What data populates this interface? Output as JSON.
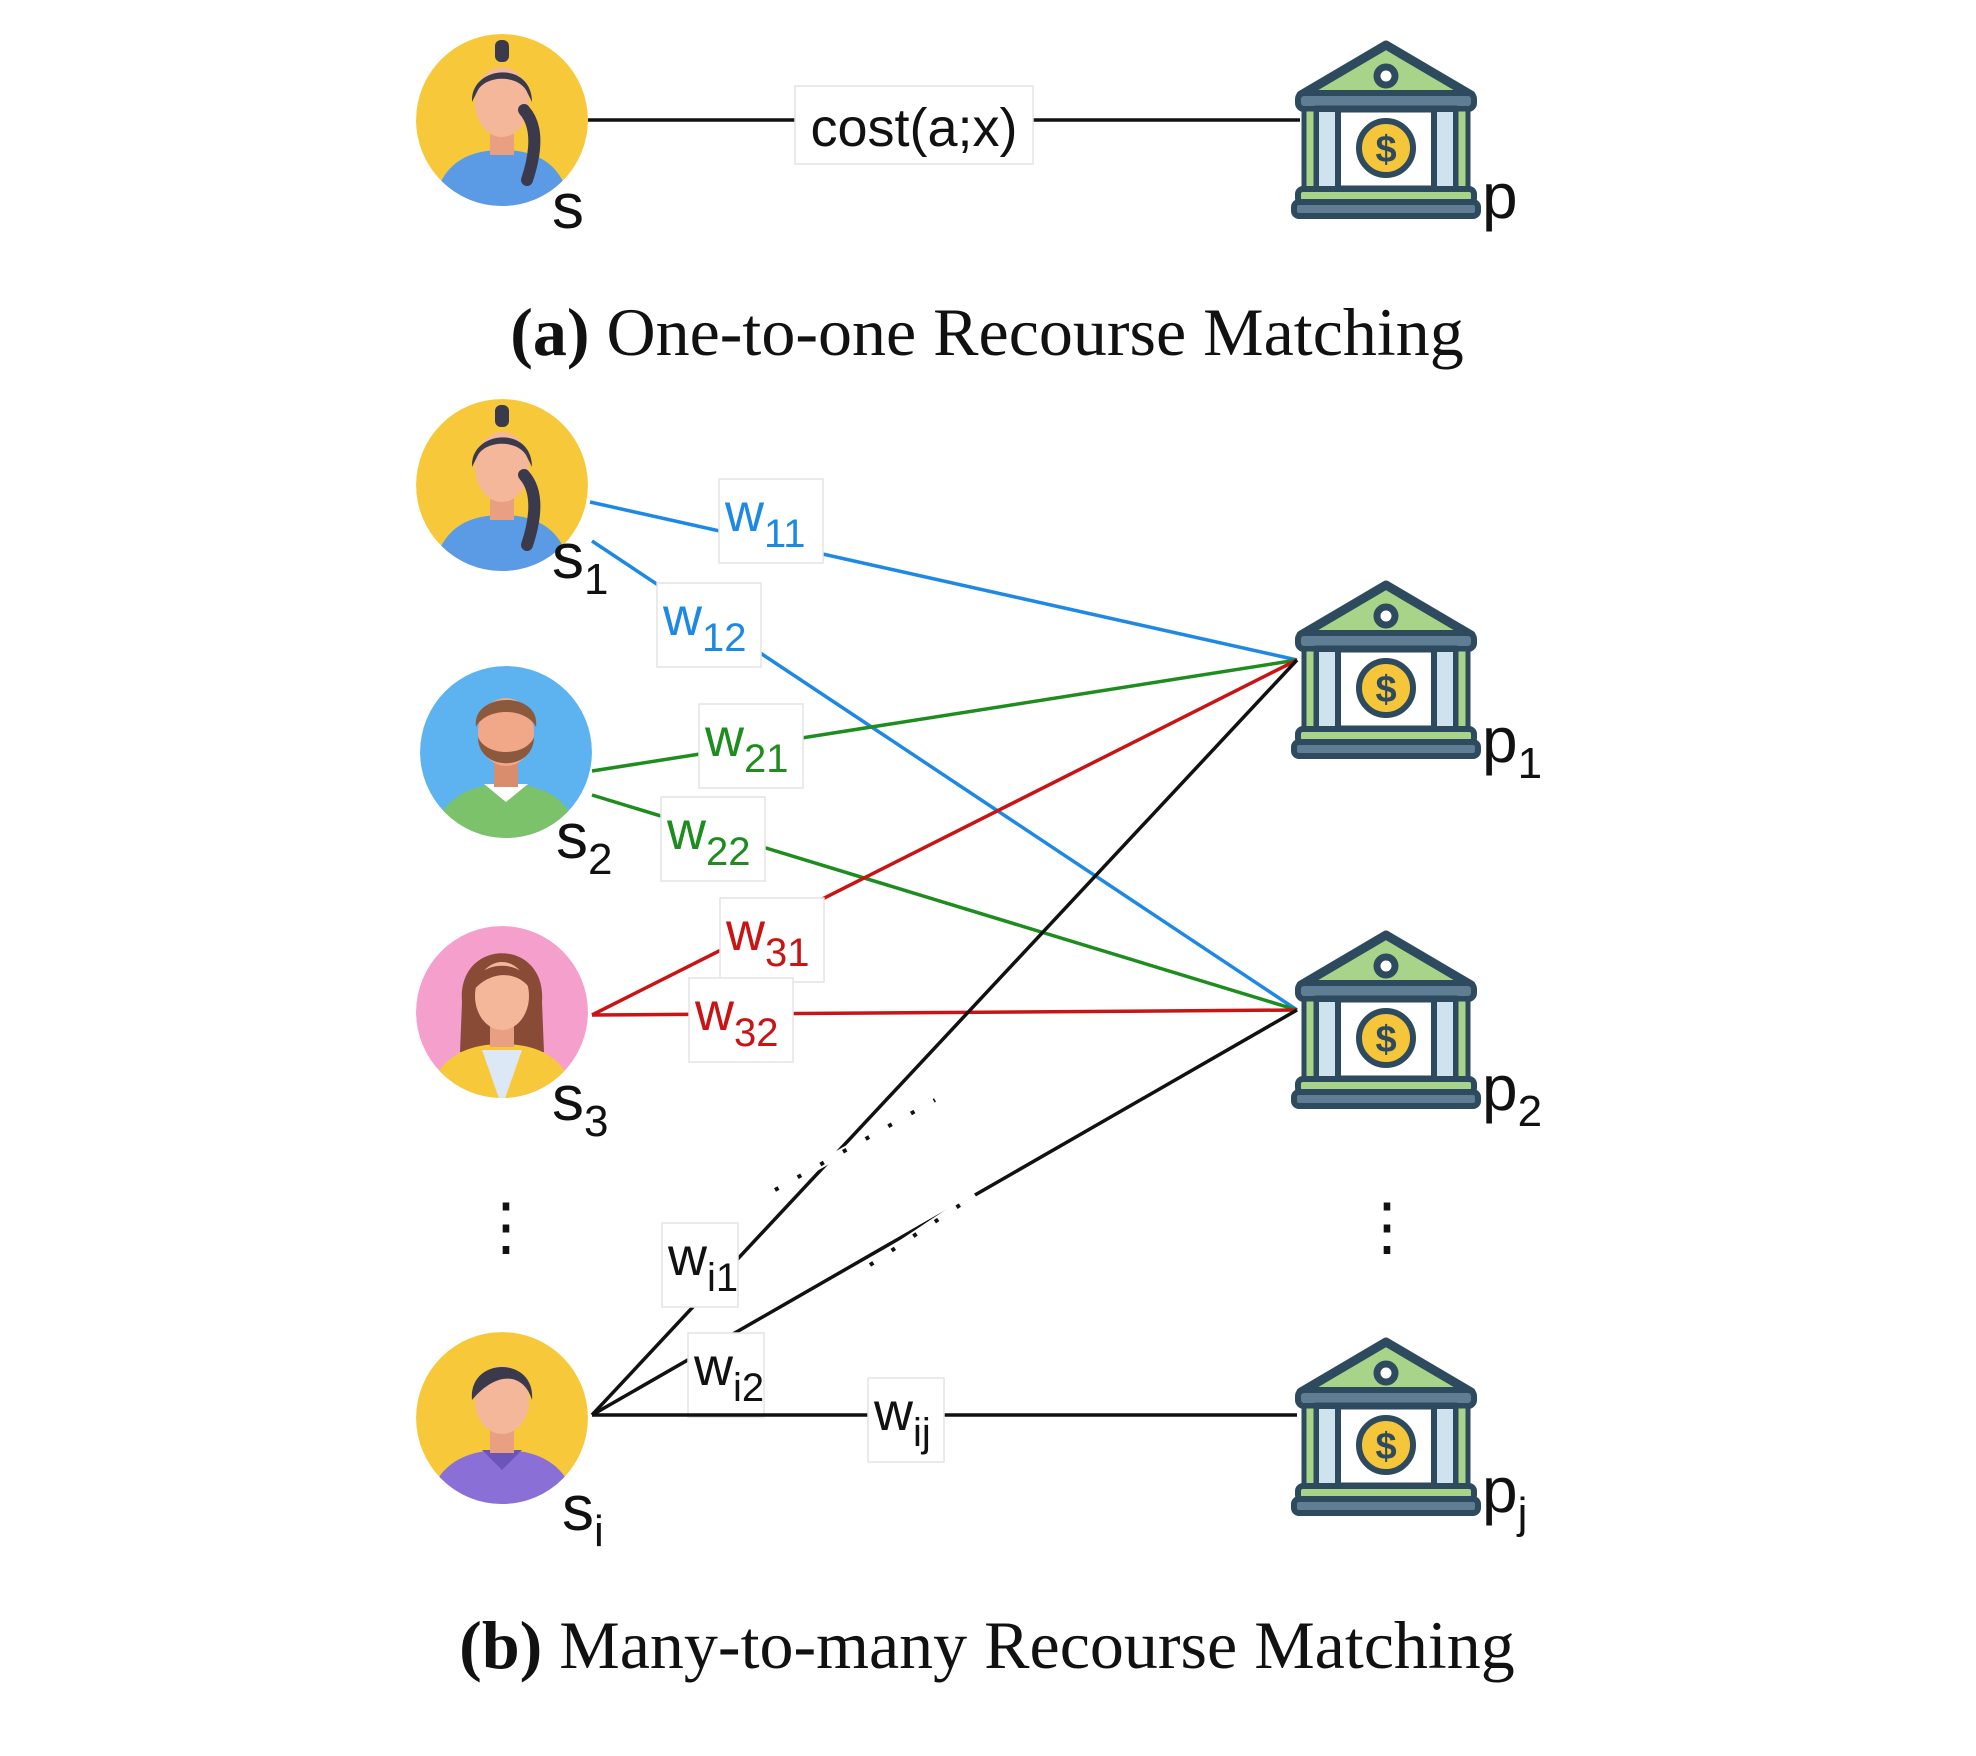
{
  "panel_a": {
    "caption_tag": "(a)",
    "caption_text": "One-to-one Recourse Matching",
    "edge": {
      "label": "cost(a;x)",
      "color": "#111111"
    },
    "student": {
      "base": "s",
      "sub": "",
      "avatar": "woman-ponytail-avatar"
    },
    "provider": {
      "base": "p",
      "sub": "",
      "icon": "bank-icon"
    }
  },
  "panel_b": {
    "caption_tag": "(b)",
    "caption_text": "Many-to-many Recourse Matching",
    "students": [
      {
        "base": "s",
        "sub": "1",
        "avatar": "woman-ponytail-avatar"
      },
      {
        "base": "s",
        "sub": "2",
        "avatar": "bearded-man-avatar"
      },
      {
        "base": "s",
        "sub": "3",
        "avatar": "woman-blazer-avatar"
      },
      {
        "base": "s",
        "sub": "i",
        "avatar": "man-purple-shirt-avatar"
      }
    ],
    "providers": [
      {
        "base": "p",
        "sub": "1",
        "icon": "bank-icon"
      },
      {
        "base": "p",
        "sub": "2",
        "icon": "bank-icon"
      },
      {
        "base": "p",
        "sub": "j",
        "icon": "bank-icon"
      }
    ],
    "edges": [
      {
        "base": "w",
        "sub": "11",
        "color": "#1e88e5"
      },
      {
        "base": "w",
        "sub": "12",
        "color": "#1e88e5"
      },
      {
        "base": "w",
        "sub": "21",
        "color": "#1e8c1e"
      },
      {
        "base": "w",
        "sub": "22",
        "color": "#1e8c1e"
      },
      {
        "base": "w",
        "sub": "31",
        "color": "#c81414"
      },
      {
        "base": "w",
        "sub": "32",
        "color": "#c81414"
      },
      {
        "base": "w",
        "sub": "i1",
        "color": "#111111"
      },
      {
        "base": "w",
        "sub": "i2",
        "color": "#111111"
      },
      {
        "base": "w",
        "sub": "ij",
        "color": "#111111"
      }
    ],
    "ellipsis": "⋮"
  }
}
